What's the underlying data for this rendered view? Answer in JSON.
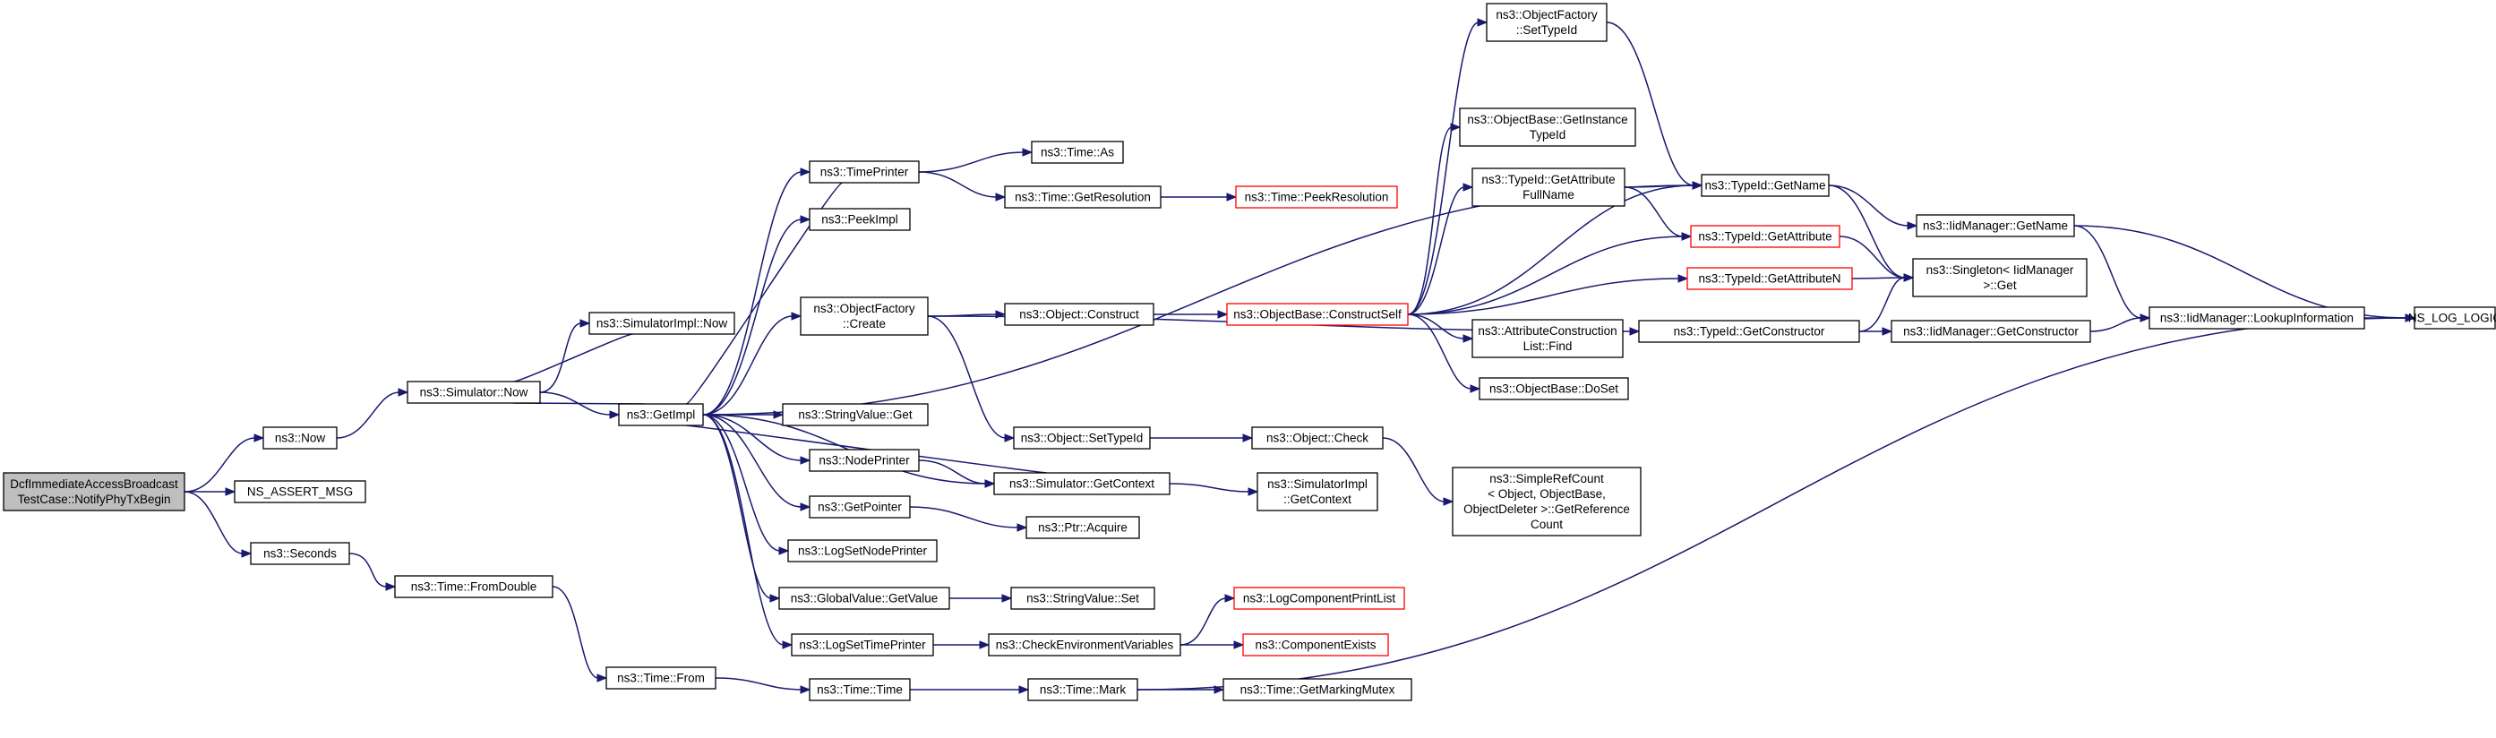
{
  "colors": {
    "edge": "#191970",
    "node_border": "#000000",
    "node_border_truncated": "#ff0000",
    "root_fill": "#bfbfbf",
    "node_fill": "#ffffff"
  },
  "nodes": [
    {
      "id": "root",
      "lines": [
        "DcfImmediateAccessBroadcast",
        "TestCase::NotifyPhyTxBegin"
      ],
      "root": true
    },
    {
      "id": "now",
      "lines": [
        "ns3::Now"
      ]
    },
    {
      "id": "assert",
      "lines": [
        "NS_ASSERT_MSG"
      ]
    },
    {
      "id": "seconds",
      "lines": [
        "ns3::Seconds"
      ]
    },
    {
      "id": "simnow",
      "lines": [
        "ns3::Simulator::Now"
      ]
    },
    {
      "id": "fromdouble",
      "lines": [
        "ns3::Time::FromDouble"
      ]
    },
    {
      "id": "simimplnow",
      "lines": [
        "ns3::SimulatorImpl::Now"
      ]
    },
    {
      "id": "getimpl",
      "lines": [
        "ns3::GetImpl"
      ]
    },
    {
      "id": "from",
      "lines": [
        "ns3::Time::From"
      ]
    },
    {
      "id": "timeprinter",
      "lines": [
        "ns3::TimePrinter"
      ]
    },
    {
      "id": "peekimpl",
      "lines": [
        "ns3::PeekImpl"
      ]
    },
    {
      "id": "ofcreate",
      "lines": [
        "ns3::ObjectFactory",
        "::Create"
      ]
    },
    {
      "id": "svget",
      "lines": [
        "ns3::StringValue::Get"
      ]
    },
    {
      "id": "nodeprinter",
      "lines": [
        "ns3::NodePrinter"
      ]
    },
    {
      "id": "getpointer",
      "lines": [
        "ns3::GetPointer"
      ]
    },
    {
      "id": "logsetnode",
      "lines": [
        "ns3::LogSetNodePrinter"
      ]
    },
    {
      "id": "gvgetvalue",
      "lines": [
        "ns3::GlobalValue::GetValue"
      ]
    },
    {
      "id": "logsettime",
      "lines": [
        "ns3::LogSetTimePrinter"
      ]
    },
    {
      "id": "timetime",
      "lines": [
        "ns3::Time::Time"
      ]
    },
    {
      "id": "timeas",
      "lines": [
        "ns3::Time::As"
      ]
    },
    {
      "id": "getres",
      "lines": [
        "ns3::Time::GetResolution"
      ]
    },
    {
      "id": "objconstruct",
      "lines": [
        "ns3::Object::Construct"
      ]
    },
    {
      "id": "objsettypeid",
      "lines": [
        "ns3::Object::SetTypeId"
      ]
    },
    {
      "id": "simgetcontext",
      "lines": [
        "ns3::Simulator::GetContext"
      ]
    },
    {
      "id": "ptracquire",
      "lines": [
        "ns3::Ptr::Acquire"
      ]
    },
    {
      "id": "svset",
      "lines": [
        "ns3::StringValue::Set"
      ]
    },
    {
      "id": "checkenv",
      "lines": [
        "ns3::CheckEnvironmentVariables"
      ]
    },
    {
      "id": "timemark",
      "lines": [
        "ns3::Time::Mark"
      ]
    },
    {
      "id": "peekres",
      "lines": [
        "ns3::Time::PeekResolution"
      ],
      "truncated": true
    },
    {
      "id": "obconstructself",
      "lines": [
        "ns3::ObjectBase::ConstructSelf"
      ],
      "truncated": true
    },
    {
      "id": "objcheck",
      "lines": [
        "ns3::Object::Check"
      ]
    },
    {
      "id": "simimplgetctx",
      "lines": [
        "ns3::SimulatorImpl",
        "::GetContext"
      ]
    },
    {
      "id": "logcomplist",
      "lines": [
        "ns3::LogComponentPrintList"
      ],
      "truncated": true
    },
    {
      "id": "compexists",
      "lines": [
        "ns3::ComponentExists"
      ],
      "truncated": true
    },
    {
      "id": "getmarkmutex",
      "lines": [
        "ns3::Time::GetMarkingMutex"
      ]
    },
    {
      "id": "ofsettypeid",
      "lines": [
        "ns3::ObjectFactory",
        "::SetTypeId"
      ]
    },
    {
      "id": "obgetinst",
      "lines": [
        "ns3::ObjectBase::GetInstance",
        "TypeId"
      ]
    },
    {
      "id": "tidgetattrfull",
      "lines": [
        "ns3::TypeId::GetAttribute",
        "FullName"
      ]
    },
    {
      "id": "attrconslist",
      "lines": [
        "ns3::AttributeConstruction",
        "List::Find"
      ]
    },
    {
      "id": "obdoset",
      "lines": [
        "ns3::ObjectBase::DoSet"
      ]
    },
    {
      "id": "simplerefcount",
      "lines": [
        "ns3::SimpleRefCount",
        "< Object, ObjectBase,",
        "ObjectDeleter >::GetReference",
        "Count"
      ]
    },
    {
      "id": "tidgetname",
      "lines": [
        "ns3::TypeId::GetName"
      ]
    },
    {
      "id": "tidgetattr",
      "lines": [
        "ns3::TypeId::GetAttribute"
      ],
      "truncated": true
    },
    {
      "id": "tidgetattrn",
      "lines": [
        "ns3::TypeId::GetAttributeN"
      ],
      "truncated": true
    },
    {
      "id": "tidgetcons",
      "lines": [
        "ns3::TypeId::GetConstructor"
      ]
    },
    {
      "id": "iidgetname",
      "lines": [
        "ns3::IidManager::GetName"
      ]
    },
    {
      "id": "singletonget",
      "lines": [
        "ns3::Singleton< IidManager",
        ">::Get"
      ]
    },
    {
      "id": "iidgetcons",
      "lines": [
        "ns3::IidManager::GetConstructor"
      ]
    },
    {
      "id": "lookupinfo",
      "lines": [
        "ns3::IidManager::LookupInformation"
      ]
    },
    {
      "id": "nslog",
      "lines": [
        "NS_LOG_LOGIC"
      ]
    }
  ],
  "edges": [
    [
      "root",
      "now"
    ],
    [
      "root",
      "assert"
    ],
    [
      "root",
      "seconds"
    ],
    [
      "now",
      "simnow"
    ],
    [
      "simnow",
      "simimplnow"
    ],
    [
      "simnow",
      "getimpl"
    ],
    [
      "simimplnow",
      "simnow"
    ],
    [
      "seconds",
      "fromdouble"
    ],
    [
      "fromdouble",
      "from"
    ],
    [
      "from",
      "timetime"
    ],
    [
      "timetime",
      "timemark"
    ],
    [
      "timemark",
      "getmarkmutex"
    ],
    [
      "timemark",
      "nslog"
    ],
    [
      "getimpl",
      "timeprinter"
    ],
    [
      "getimpl",
      "peekimpl"
    ],
    [
      "getimpl",
      "ofcreate"
    ],
    [
      "getimpl",
      "svget"
    ],
    [
      "getimpl",
      "nodeprinter"
    ],
    [
      "getimpl",
      "getpointer"
    ],
    [
      "getimpl",
      "logsetnode"
    ],
    [
      "getimpl",
      "gvgetvalue"
    ],
    [
      "getimpl",
      "logsettime"
    ],
    [
      "getimpl",
      "simgetcontext"
    ],
    [
      "getimpl",
      "tidgetname"
    ],
    [
      "getimpl",
      "simnow"
    ],
    [
      "timeprinter",
      "timeas"
    ],
    [
      "timeprinter",
      "getres"
    ],
    [
      "timeprinter",
      "getimpl"
    ],
    [
      "getres",
      "peekres"
    ],
    [
      "ofcreate",
      "objconstruct"
    ],
    [
      "ofcreate",
      "objsettypeid"
    ],
    [
      "ofcreate",
      "tidgetcons"
    ],
    [
      "objconstruct",
      "obconstructself"
    ],
    [
      "objsettypeid",
      "objcheck"
    ],
    [
      "objcheck",
      "simplerefcount"
    ],
    [
      "nodeprinter",
      "simgetcontext"
    ],
    [
      "simgetcontext",
      "simimplgetctx"
    ],
    [
      "simgetcontext",
      "getimpl"
    ],
    [
      "getpointer",
      "ptracquire"
    ],
    [
      "gvgetvalue",
      "svset"
    ],
    [
      "logsettime",
      "checkenv"
    ],
    [
      "checkenv",
      "logcomplist"
    ],
    [
      "checkenv",
      "compexists"
    ],
    [
      "obconstructself",
      "ofsettypeid"
    ],
    [
      "obconstructself",
      "obgetinst"
    ],
    [
      "obconstructself",
      "tidgetattrfull"
    ],
    [
      "obconstructself",
      "attrconslist"
    ],
    [
      "obconstructself",
      "obdoset"
    ],
    [
      "obconstructself",
      "tidgetattr"
    ],
    [
      "obconstructself",
      "tidgetattrn"
    ],
    [
      "obconstructself",
      "tidgetname"
    ],
    [
      "ofsettypeid",
      "tidgetname"
    ],
    [
      "tidgetattrfull",
      "tidgetname"
    ],
    [
      "tidgetattrfull",
      "tidgetattr"
    ],
    [
      "tidgetname",
      "iidgetname"
    ],
    [
      "tidgetname",
      "singletonget"
    ],
    [
      "tidgetattr",
      "singletonget"
    ],
    [
      "tidgetattrn",
      "singletonget"
    ],
    [
      "tidgetcons",
      "singletonget"
    ],
    [
      "tidgetcons",
      "iidgetcons"
    ],
    [
      "iidgetname",
      "lookupinfo"
    ],
    [
      "iidgetname",
      "nslog"
    ],
    [
      "iidgetcons",
      "lookupinfo"
    ],
    [
      "lookupinfo",
      "nslog"
    ]
  ]
}
